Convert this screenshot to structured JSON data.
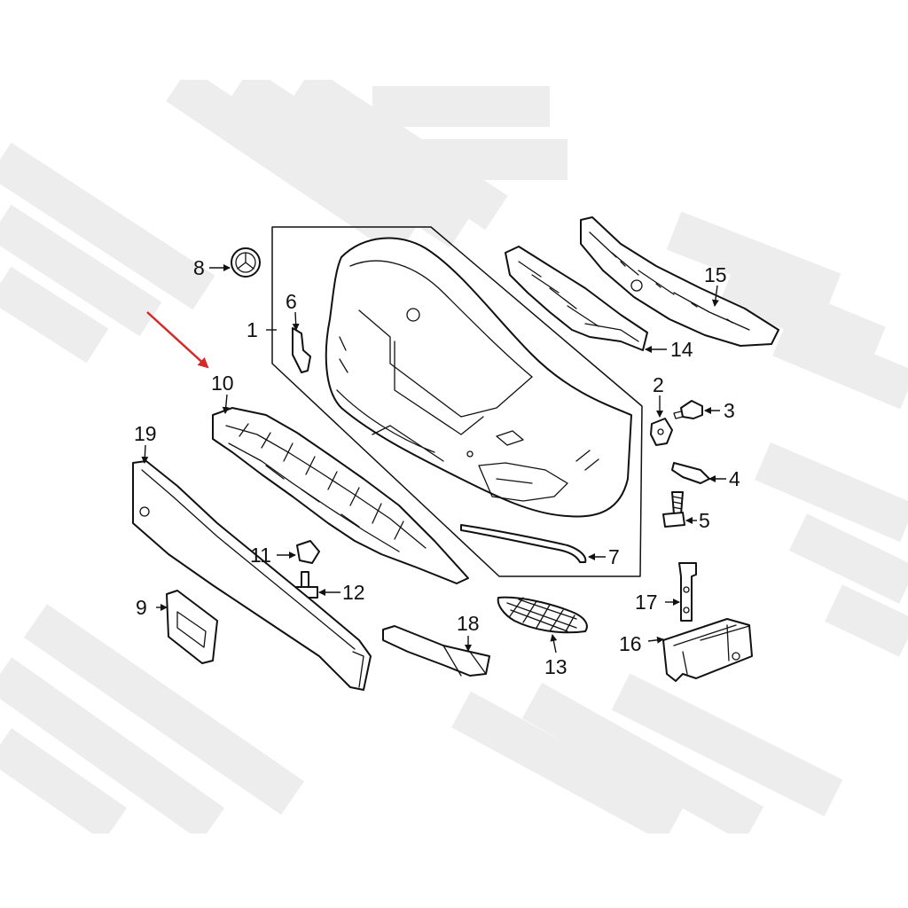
{
  "colors": {
    "line": "#111111",
    "highlight_arrow": "#d62828",
    "watermark": "#ededed",
    "background": "#ffffff"
  },
  "callouts": {
    "c1": "1",
    "c2": "2",
    "c3": "3",
    "c4": "4",
    "c5": "5",
    "c6": "6",
    "c7": "7",
    "c8": "8",
    "c9": "9",
    "c10": "10",
    "c11": "11",
    "c12": "12",
    "c13": "13",
    "c14": "14",
    "c15": "15",
    "c16": "16",
    "c17": "17",
    "c18": "18",
    "c19": "19"
  },
  "highlighted_part": "10"
}
